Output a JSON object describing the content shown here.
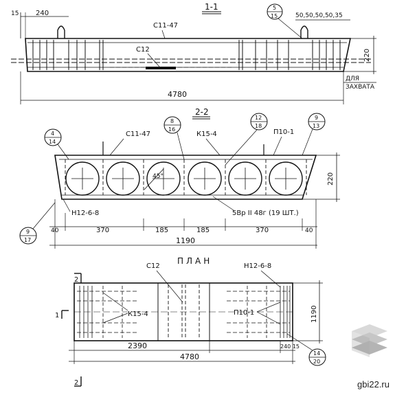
{
  "section_1_1": {
    "title": "1-1",
    "dim_left_15": "15",
    "dim_240": "240",
    "label_c11": "С11-47",
    "label_c12": "С12",
    "callout_top": "5",
    "callout_bottom": "15",
    "dim_right_seq": "50,50,50,50,35",
    "dim_height": "220",
    "dim_length": "4780",
    "note_line1": "ДЛЯ",
    "note_line2": "ЗАХВАТА"
  },
  "section_2_2": {
    "title": "2-2",
    "callout_8_top": "8",
    "callout_8_bottom": "16",
    "label_c11": "С11-47",
    "label_k15": "К15-4",
    "callout_12_top": "12",
    "callout_12_bottom": "18",
    "label_p10": "П10-1",
    "callout_9_top": "9",
    "callout_9_bottom": "13",
    "callout_4_top": "4",
    "callout_4_bottom": "14",
    "angle_label": "45°",
    "label_n12": "Н12-6-8",
    "label_wire": "5Вр II 48г (19 ШТ.)",
    "callout_9b_top": "9",
    "callout_9b_bottom": "17",
    "dim_height": "220",
    "dims": [
      "40",
      "370",
      "185",
      "185",
      "370",
      "40"
    ],
    "dim_total": "1190"
  },
  "plan": {
    "title": "ПЛАН",
    "label_c12": "С12",
    "label_n12": "Н12-6-8",
    "label_k15": "К15-4",
    "label_p10": "П10-1",
    "cut_2": "2",
    "cut_1": "1",
    "dim_height": "1190",
    "dim_2390": "2390",
    "dim_240_15": "240 15",
    "dim_4780": "4780",
    "callout_14_top": "14",
    "callout_14_bottom": "20"
  },
  "watermark": {
    "text": "gbi22.ru"
  }
}
